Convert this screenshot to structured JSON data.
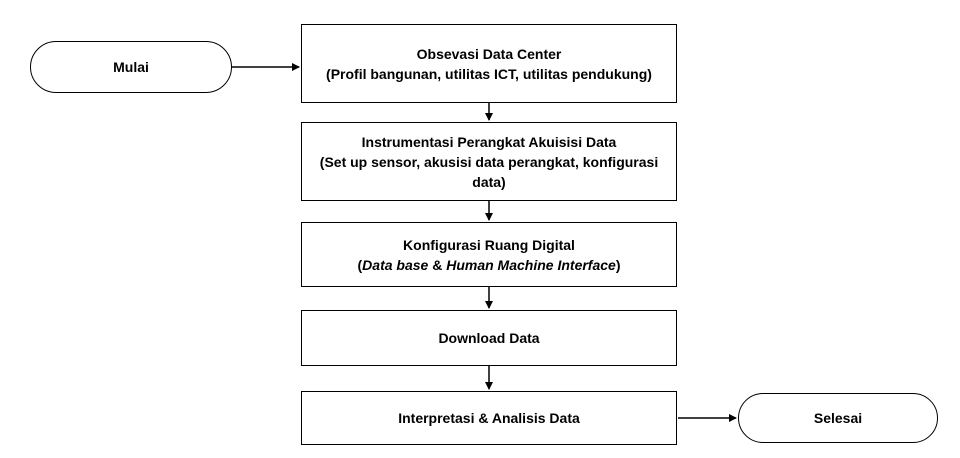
{
  "flowchart": {
    "start": {
      "label": "Mulai"
    },
    "end": {
      "label": "Selesai"
    },
    "steps": [
      {
        "title": "Obsevasi Data Center",
        "subtitle": "(Profil bangunan, utilitas ICT, utilitas pendukung)"
      },
      {
        "title": "Instrumentasi Perangkat Akuisisi Data",
        "subtitle_line1": "(Set up sensor, akusisi data perangkat, konfigurasi",
        "subtitle_line2": "data)"
      },
      {
        "title": "Konfigurasi Ruang Digital",
        "subtitle_open": "(",
        "subtitle_italic1": "Data base",
        "subtitle_amp": " & ",
        "subtitle_italic2": "Human Machine Interface",
        "subtitle_close": ")"
      },
      {
        "title": "Download Data"
      },
      {
        "title": "Interpretasi & Analisis Data"
      }
    ]
  }
}
